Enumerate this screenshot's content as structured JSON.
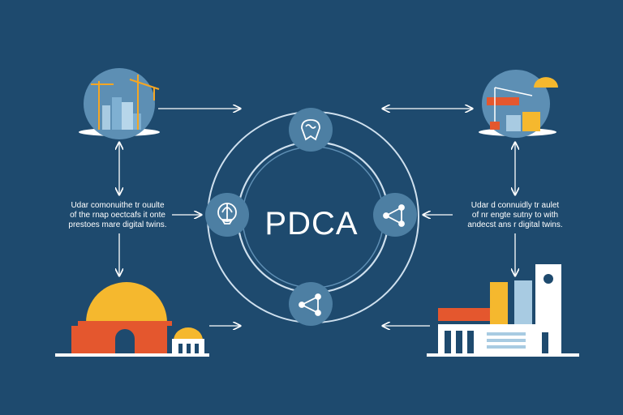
{
  "diagram": {
    "center_label": "PDCA",
    "left_caption": [
      "Udar comonuithe tr ouulte",
      "of the rnap oectcafs it onte",
      "prestoes mare digital twins."
    ],
    "right_caption": [
      "Udar d connuidly tr aulet",
      "of nr engte sutny to with",
      "andecst ans r digital twins."
    ],
    "stage_icons": [
      "plan-brain-icon",
      "do-balloon-icon",
      "check-network-icon",
      "act-network-icon"
    ],
    "illustrations": [
      "construction-cranes",
      "dome-building",
      "maintenance-crane",
      "industrial-factory"
    ]
  },
  "colors": {
    "background": "#1e4a6e",
    "ring": "#cfe0ee",
    "node": "#4d7fa3",
    "arrow": "#ffffff",
    "accent_orange": "#e4572e",
    "accent_yellow": "#f5b82e"
  }
}
